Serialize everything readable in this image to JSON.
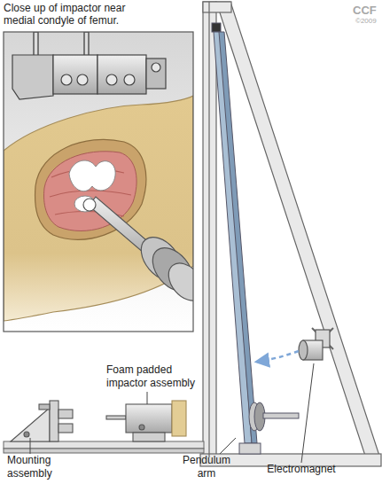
{
  "diagram": {
    "nodes": [
      {
        "text": [
          "Close up of impactor near medial condyle of femur."
        ]
      }
    ],
    "labels": [
      "CCF",
      "©2009",
      "Foam padded impactor assembly",
      "Mounting assembly",
      "Pendulum arm",
      "Electromagnet"
    ]
  }
}
